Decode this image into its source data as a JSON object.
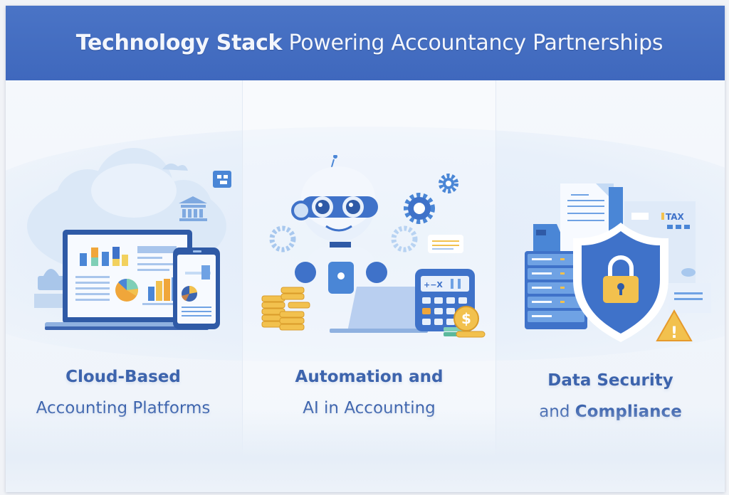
{
  "header": {
    "title_bold": "Technology Stack",
    "title_light": "Powering Accountancy Partnerships",
    "background_color": "#4670c4",
    "text_color": "#f3f6fc"
  },
  "panels": [
    {
      "caption_line1": "Cloud-Based",
      "caption_line2": "Accounting Platforms",
      "illustration": "cloud-accounting-laptop-phone-dashboard",
      "icons": [
        "cloud-icon",
        "laptop-icon",
        "smartphone-icon",
        "bar-chart-icon",
        "pie-chart-icon",
        "bank-icon",
        "network-icon",
        "cash-register-icon"
      ]
    },
    {
      "caption_line1": "Automation and",
      "caption_line2": "AI in Accounting",
      "illustration": "robot-using-laptop-with-calculator-and-coins",
      "icons": [
        "robot-icon",
        "gear-icon",
        "laptop-icon",
        "calculator-icon",
        "coin-stack-icon",
        "dollar-coin-icon",
        "cash-icon"
      ],
      "calculator_display": "+−X",
      "coin_symbol": "$"
    },
    {
      "caption_line1_bold": "Data Security",
      "caption_line2_regular": "and",
      "caption_line2_bold": "Compliance",
      "illustration": "shield-with-padlock-servers-documents",
      "icons": [
        "shield-icon",
        "padlock-icon",
        "server-rack-icon",
        "document-icon",
        "tax-form-icon",
        "warning-icon"
      ],
      "tax_label": "TAX",
      "warning_symbol": "!"
    }
  ],
  "colors": {
    "caption": "#3d64ad",
    "accent_blue": "#3f72c9",
    "light_blue": "#cfe0f5",
    "gold": "#f2c14e",
    "orange": "#f0a63a",
    "teal": "#7fcfb7"
  }
}
